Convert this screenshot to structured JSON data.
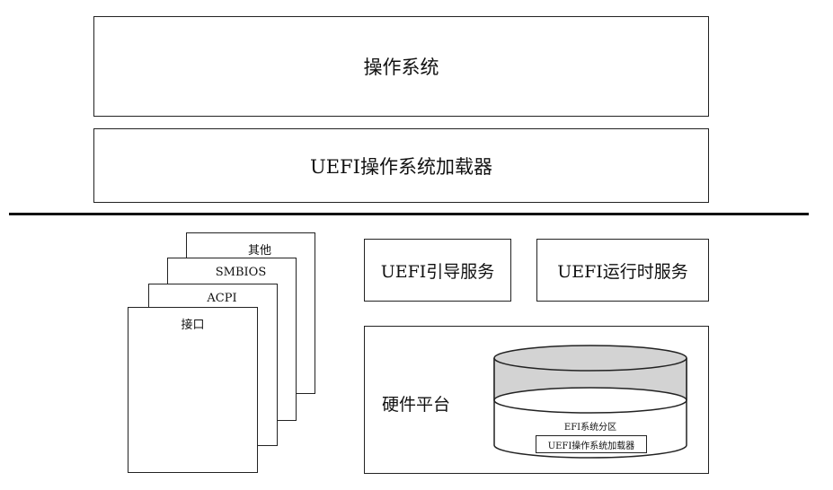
{
  "top_stack": {
    "os_label": "操作系统",
    "loader_label": "UEFI操作系统加载器"
  },
  "interface_cards": [
    {
      "label": "其他"
    },
    {
      "label": "SMBIOS"
    },
    {
      "label": "ACPI"
    },
    {
      "label": "接口"
    }
  ],
  "services": {
    "boot_label": "UEFI引导服务",
    "runtime_label": "UEFI运行时服务"
  },
  "hardware": {
    "platform_label": "硬件平台",
    "partition_label": "EFI系统分区",
    "inner_loader_label": "UEFI操作系统加载器"
  },
  "colors": {
    "line": "#222222",
    "disk_top": "#d3d3d3"
  }
}
